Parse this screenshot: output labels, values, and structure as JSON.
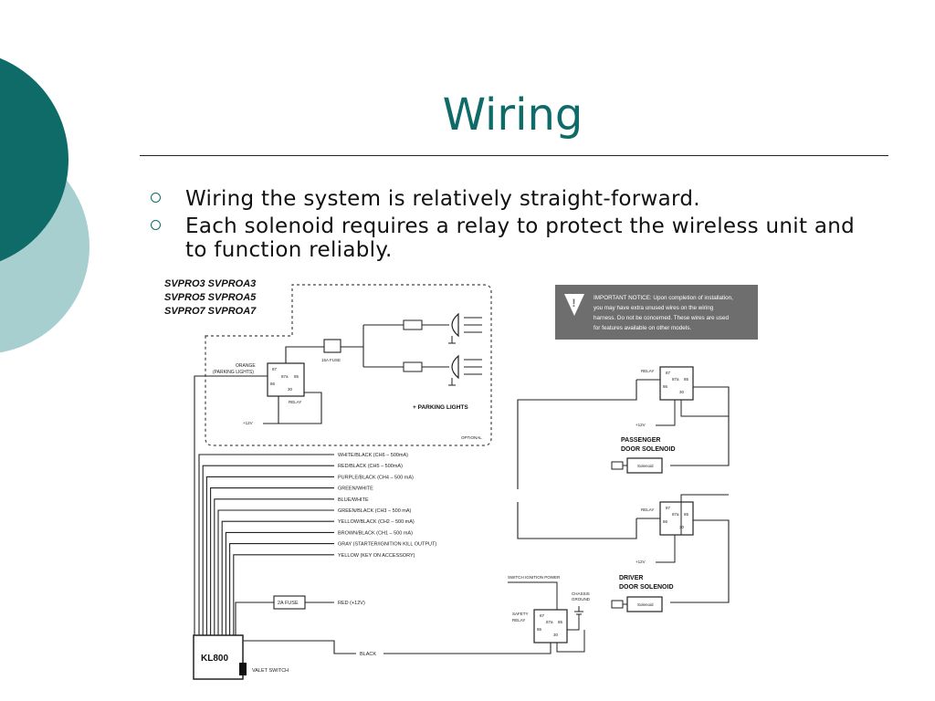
{
  "slide": {
    "title": "Wiring",
    "bullets": [
      "Wiring the system is relatively straight-forward.",
      "Each solenoid requires a relay to protect the wireless unit and to function reliably."
    ]
  },
  "theme": {
    "accent": "#0e6b68",
    "accent_light": "#a7cfcf"
  },
  "diagram": {
    "models": [
      "SVPRO3 SVPROA3",
      "SVPRO5 SVPROA5",
      "SVPRO7 SVPROA7"
    ],
    "notice": "IMPORTANT NOTICE: Upon completion of installation, you may have extra unused wires on the wiring harness. Do not be concerned. These wires are used for features available on other models.",
    "notice_lines": [
      "IMPORTANT NOTICE: Upon completion of installation,",
      "you may have extra unused wires on the wiring",
      "harness. Do not be concerned. These wires are used",
      "for features available on other models."
    ],
    "orange_label_1": "ORANGE",
    "orange_label_2": "(PARKING LIGHTS)",
    "fuse_15a": "15A FUSE",
    "relay": "RELAY",
    "parking_lights": "+ PARKING LIGHTS",
    "plus12v": "+12V",
    "optional": "OPTIONAL",
    "passenger_1": "PASSENGER",
    "passenger_2": "DOOR SOLENOID",
    "driver_1": "DRIVER",
    "driver_2": "DOOR SOLENOID",
    "solenoid": "Solenoid",
    "safety_relay_1": "SAFETY",
    "safety_relay_2": "RELAY",
    "switch_power": "SWITCH IGNITION POWER",
    "chassis_1": "CHASSIS",
    "chassis_2": "GROUND",
    "fuse_2a": "2A FUSE",
    "red": "RED (+12V)",
    "black": "BLACK",
    "unit": "KL800",
    "valet": "VALET SWITCH",
    "pin_87": "87",
    "pin_87a": "87a",
    "pin_85": "85",
    "pin_86": "86",
    "pin_30": "30",
    "wires": [
      "WHITE/BLACK (CH6 – 500mA)",
      "RED/BLACK (CH5 – 500mA)",
      "PURPLE/BLACK (CH4 – 500 mA)",
      "GREEN/WHITE",
      "BLUE/WHITE",
      "GREEN/BLACK (CH3 – 500 mA)",
      "YELLOW/BLACK (CH2 – 500 mA)",
      "BROWN/BLACK (CH1 – 500 mA)",
      "GRAY (STARTER/IGNITION KILL OUTPUT)",
      "YELLOW (KEY ON ACCESSORY)"
    ]
  }
}
